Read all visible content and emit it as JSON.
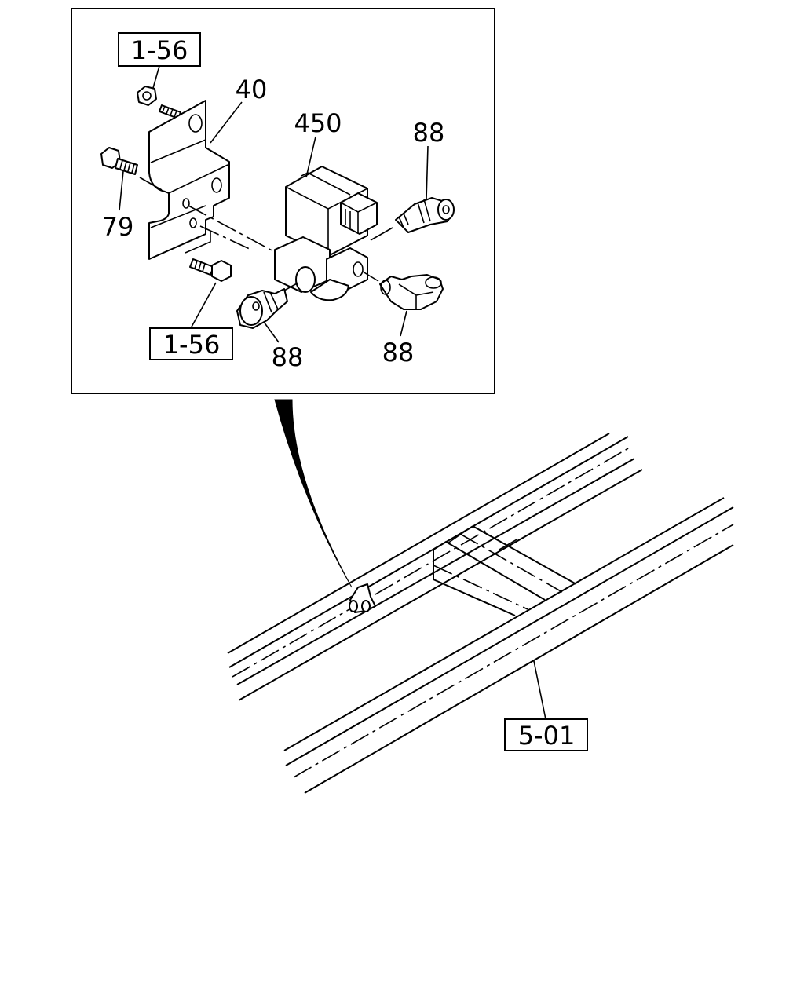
{
  "labels": {
    "ref_top": "1-56",
    "part_40": "40",
    "part_450": "450",
    "part_88_top": "88",
    "part_79": "79",
    "ref_bottom": "1-56",
    "part_88_left": "88",
    "part_88_right": "88",
    "ref_frame": "5-01"
  },
  "colors": {
    "line": "#000000",
    "background": "#ffffff"
  }
}
